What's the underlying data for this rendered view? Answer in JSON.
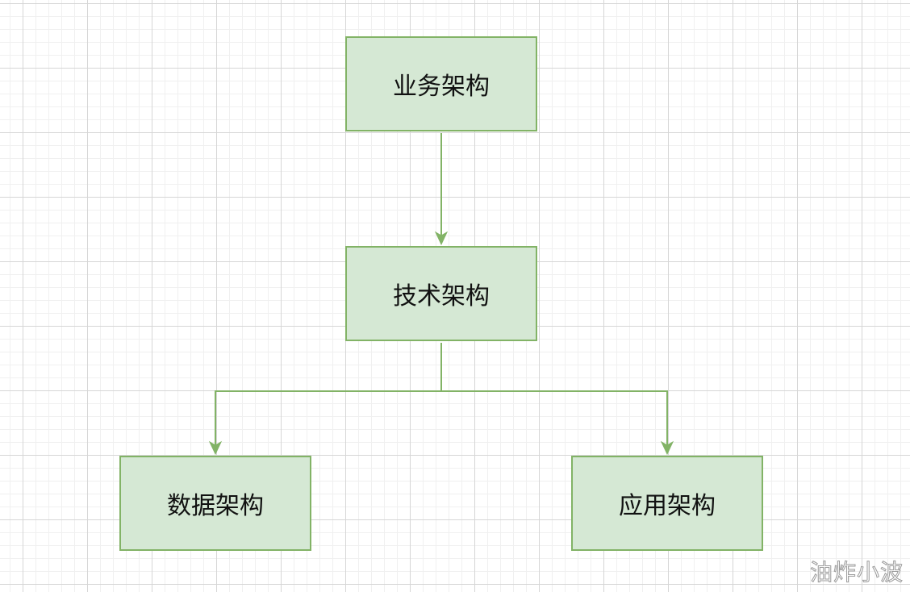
{
  "diagram": {
    "nodes": [
      {
        "id": "business",
        "label": "业务架构"
      },
      {
        "id": "technical",
        "label": "技术架构"
      },
      {
        "id": "data",
        "label": "数据架构"
      },
      {
        "id": "application",
        "label": "应用架构"
      }
    ],
    "edges": [
      {
        "from": "business",
        "to": "technical"
      },
      {
        "from": "technical",
        "to": "data"
      },
      {
        "from": "technical",
        "to": "application"
      }
    ],
    "colors": {
      "node_fill": "#d5e8d4",
      "node_stroke": "#82b366",
      "edge": "#82b366"
    }
  },
  "watermark": "油炸小波"
}
